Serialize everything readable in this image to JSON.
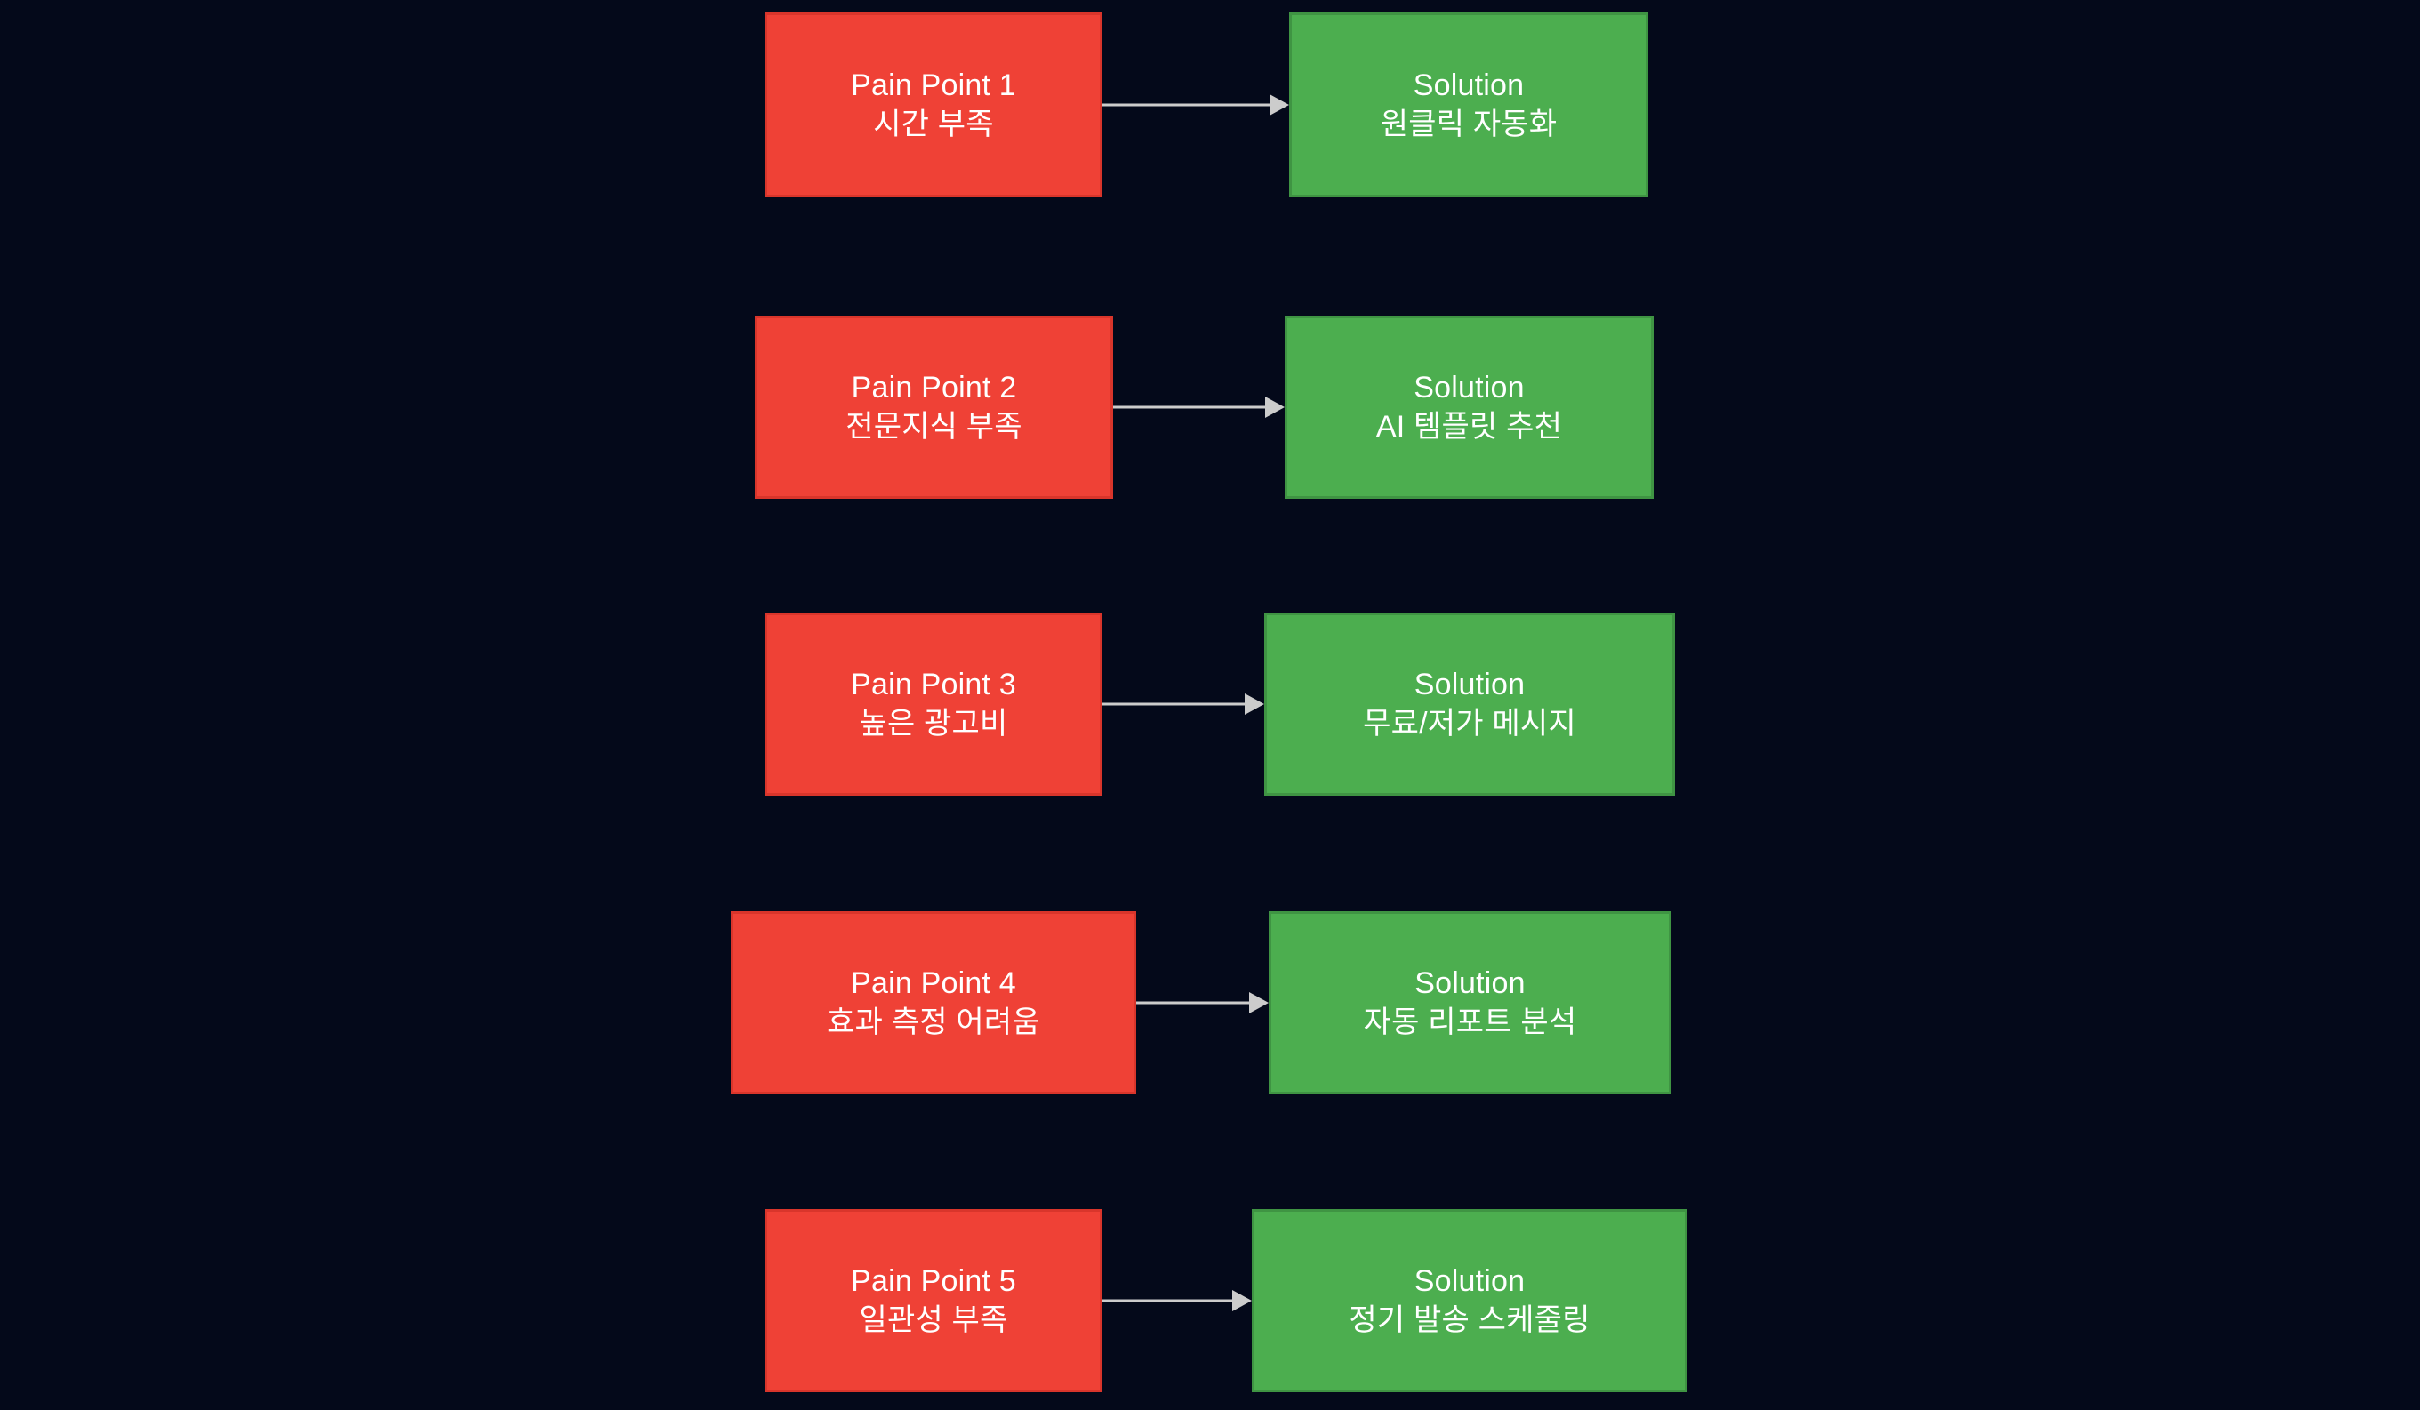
{
  "diagram": {
    "type": "flowchart",
    "direction": "left-to-right",
    "background_color": "#04091a",
    "pain_color": "#ef4136",
    "pain_border_color": "#d9352b",
    "solution_color": "#4cae4f",
    "solution_border_color": "#3f9443",
    "edge_color": "#cccccc",
    "text_color": "#ffffff",
    "rows": [
      {
        "pain": {
          "title": "Pain Point 1",
          "detail": "시간 부족"
        },
        "solution": {
          "title": "Solution",
          "detail": "원클릭 자동화"
        },
        "edge_label": ""
      },
      {
        "pain": {
          "title": "Pain Point 2",
          "detail": "전문지식 부족"
        },
        "solution": {
          "title": "Solution",
          "detail": "AI 템플릿 추천"
        },
        "edge_label": ""
      },
      {
        "pain": {
          "title": "Pain Point 3",
          "detail": "높은 광고비"
        },
        "solution": {
          "title": "Solution",
          "detail": "무료/저가 메시지"
        },
        "edge_label": ""
      },
      {
        "pain": {
          "title": "Pain Point 4",
          "detail": "효과 측정 어려움"
        },
        "solution": {
          "title": "Solution",
          "detail": "자동 리포트 분석"
        },
        "edge_label": ""
      },
      {
        "pain": {
          "title": "Pain Point 5",
          "detail": "일관성 부족"
        },
        "solution": {
          "title": "Solution",
          "detail": "정기 발송 스케줄링"
        },
        "edge_label": ""
      }
    ]
  }
}
